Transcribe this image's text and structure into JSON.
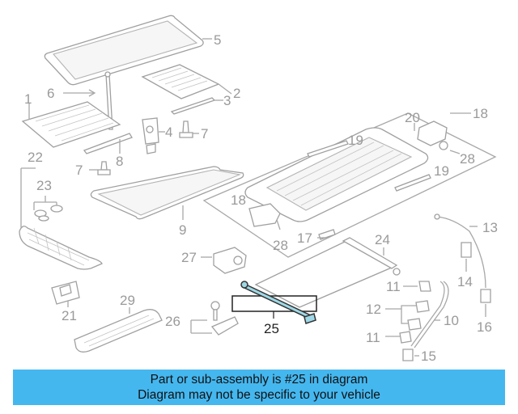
{
  "diagram": {
    "callouts": [
      {
        "id": "1",
        "label": "1"
      },
      {
        "id": "2",
        "label": "2"
      },
      {
        "id": "3",
        "label": "3"
      },
      {
        "id": "4",
        "label": "4"
      },
      {
        "id": "5",
        "label": "5"
      },
      {
        "id": "6",
        "label": "6"
      },
      {
        "id": "7a",
        "label": "7"
      },
      {
        "id": "7b",
        "label": "7"
      },
      {
        "id": "8",
        "label": "8"
      },
      {
        "id": "9",
        "label": "9"
      },
      {
        "id": "10",
        "label": "10"
      },
      {
        "id": "11a",
        "label": "11"
      },
      {
        "id": "11b",
        "label": "11"
      },
      {
        "id": "12",
        "label": "12"
      },
      {
        "id": "13",
        "label": "13"
      },
      {
        "id": "14",
        "label": "14"
      },
      {
        "id": "15",
        "label": "15"
      },
      {
        "id": "16",
        "label": "16"
      },
      {
        "id": "17",
        "label": "17"
      },
      {
        "id": "18a",
        "label": "18"
      },
      {
        "id": "18b",
        "label": "18"
      },
      {
        "id": "19a",
        "label": "19"
      },
      {
        "id": "19b",
        "label": "19"
      },
      {
        "id": "20",
        "label": "20"
      },
      {
        "id": "21",
        "label": "21"
      },
      {
        "id": "22",
        "label": "22"
      },
      {
        "id": "23",
        "label": "23"
      },
      {
        "id": "24",
        "label": "24"
      },
      {
        "id": "25",
        "label": "25"
      },
      {
        "id": "26",
        "label": "26"
      },
      {
        "id": "27",
        "label": "27"
      },
      {
        "id": "28a",
        "label": "28"
      },
      {
        "id": "28b",
        "label": "28"
      },
      {
        "id": "29",
        "label": "29"
      }
    ],
    "highlighted_part": "25",
    "highlight_color": "#9fd8e6",
    "banner_color": "#45b7ef"
  },
  "banner": {
    "line1": "Part or sub-assembly is #25 in diagram",
    "line2": "Diagram may not be specific to your vehicle"
  }
}
